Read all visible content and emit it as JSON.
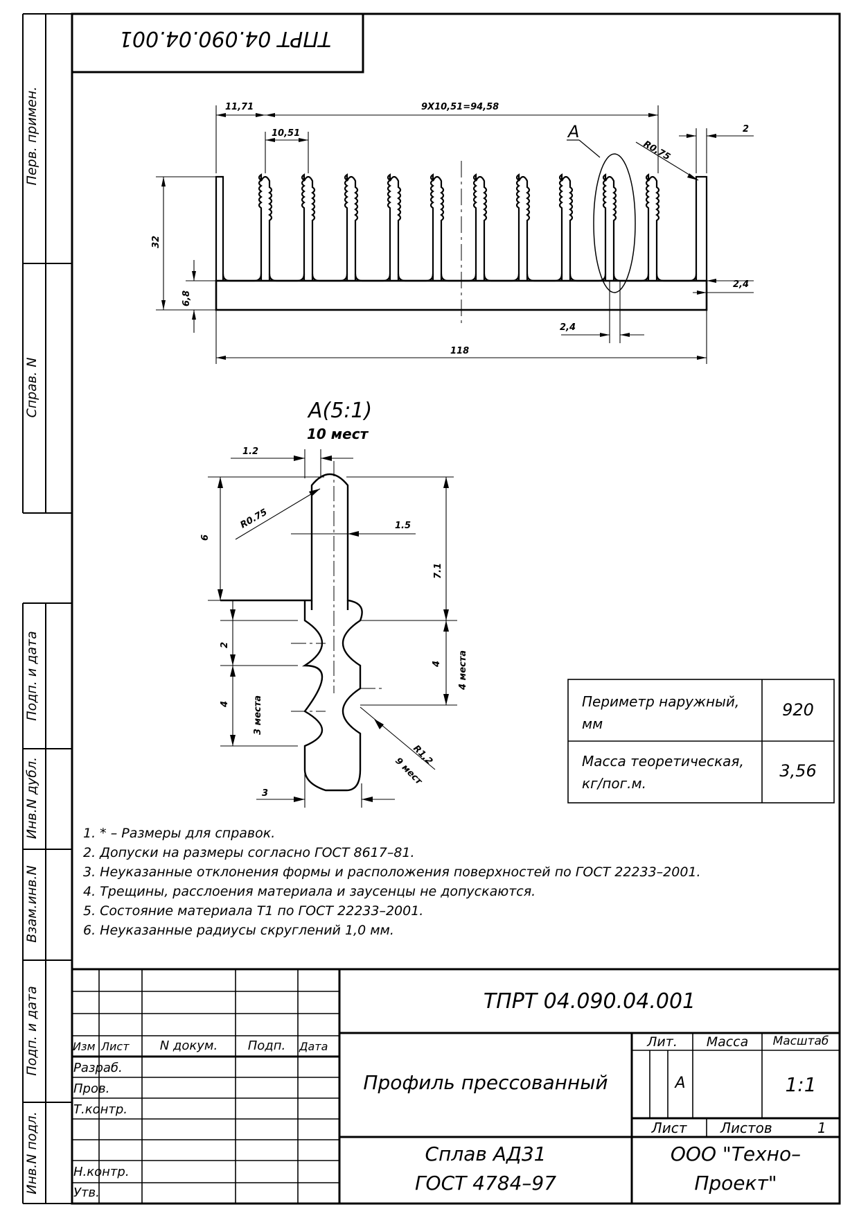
{
  "drawing_number": "ТПРТ 04.090.04.001",
  "drawing_number_rotated": "ТПРТ 04.090.04.001",
  "side_labels": {
    "perv_primen": "Перв. примен.",
    "sprav_n": "Справ. N",
    "podp_data_1": "Подп. и дата",
    "inv_dubl": "Инв.N дубл.",
    "vzam_inv": "Взам.инв.N",
    "podp_data_2": "Подп. и дата",
    "inv_podl": "Инв.N подл."
  },
  "profile_dims": {
    "d_11_71": "11,71",
    "d_pitch_total": "9Х10,51=94,58",
    "d_10_51": "10,51",
    "d_2": "2",
    "d_r075": "R0,75",
    "d_32": "32",
    "d_6_8": "6,8",
    "d_2_4_right": "2,4",
    "d_2_4_bottom": "2,4",
    "d_118": "118",
    "view_mark": "А"
  },
  "detail": {
    "title": "А(5:1)",
    "subtitle": "10 мест",
    "d_1_2": "1.2",
    "d_r075": "R0.75",
    "d_1_5": "1.5",
    "d_6": "6",
    "d_7_1": "7.1",
    "d_2": "2",
    "d_4_right": "4",
    "d_4_mest": "4 места",
    "d_4_left": "4",
    "d_3_mest": "3 места",
    "d_r1_2": "R1,2",
    "d_9_mest": "9 мест",
    "d_3": "3"
  },
  "info_table": [
    {
      "label": "Периметр наружный, мм",
      "value": "920"
    },
    {
      "label": "Масса теоретическая, кг/пог.м.",
      "value": "3,56"
    }
  ],
  "notes": [
    "1. * – Размеры для справок.",
    "2. Допуски на размеры согласно ГОСТ 8617–81.",
    "3. Неуказанные отклонения формы и расположения поверхностей по ГОСТ 22233–2001.",
    "4. Трещины, расслоения материала и заусенцы не допускаются.",
    "5. Состояние материала Т1 по ГОСТ 22233–2001.",
    "6. Неуказанные радиусы скруглений 1,0 мм."
  ],
  "title_block": {
    "code": "ТПРТ 04.090.04.001",
    "name": "Профиль прессованный",
    "material_line1": "Сплав АД31",
    "material_line2": "ГОСТ 4784–97",
    "company_line1": "ООО \"Техно–",
    "company_line2": "Проект\"",
    "header_izm": "Изм",
    "header_list": "Лист",
    "header_ndokum": "N докум.",
    "header_podp": "Подп.",
    "header_data": "Дата",
    "role_razrab": "Разраб.",
    "role_prov": "Пров.",
    "role_tkontr": "Т.контр.",
    "role_nkontr": "Н.контр.",
    "role_utv": "Утв.",
    "lit_label": "Лит.",
    "massa_label": "Масса",
    "masshtab_label": "Масштаб",
    "lit_value": "А",
    "masshtab_value": "1:1",
    "list_label": "Лист",
    "listov_label": "Листов",
    "listov_value": "1"
  }
}
